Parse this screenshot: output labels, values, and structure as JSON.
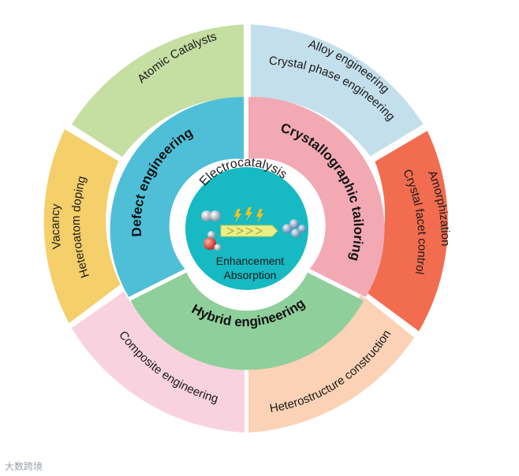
{
  "outer_ring": {
    "atomic": "Atomic Catalysts",
    "alloy": "Alloy engineering",
    "crystal_phase": "Crystal phase engineering",
    "amorphization": "Amorphization",
    "crystal_facet": "Crystal facet control",
    "heterostructure": "Heterostructure construction",
    "composite": "Composite engineering",
    "vacancy": "Vacancy",
    "heteroatom": "Heteroatom doping"
  },
  "inner_ring": {
    "defect": "Defect engineering",
    "crystallographic": "Crystallographic tailoring",
    "hybrid": "Hybrid engineering"
  },
  "core": {
    "title": "Electrocatalysis",
    "line1": "Enhancement",
    "line2": "Absorption"
  },
  "watermark": "大数跨境",
  "colors": {
    "green": "#c5dea2",
    "light_blue": "#c4dfec",
    "coral": "#f26c4f",
    "peach": "#fbd2b5",
    "pink": "#f8d3df",
    "gold": "#f4cf6a",
    "defect_blue": "#4fbfd8",
    "cryst_pink": "#f2a9b3",
    "hybrid_green": "#8fcf9b",
    "core_teal": "#17b9c2"
  }
}
